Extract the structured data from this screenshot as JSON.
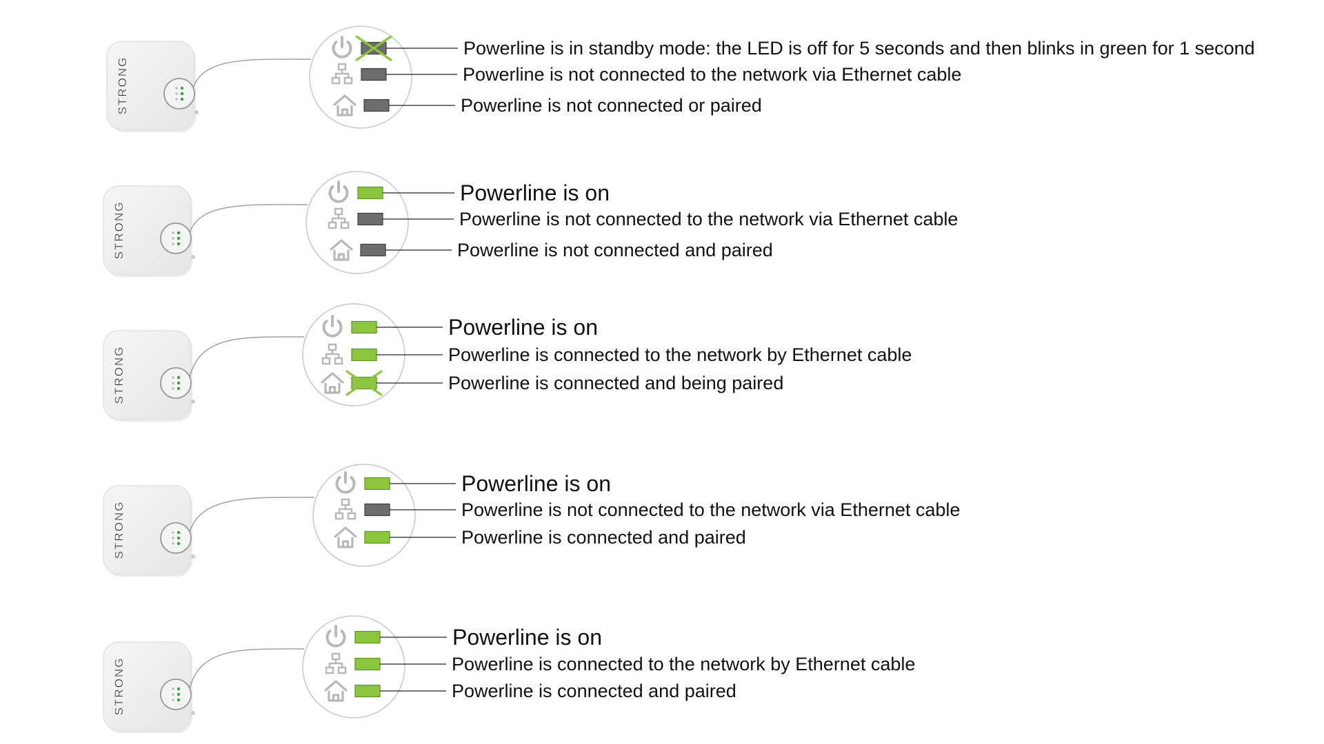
{
  "colors": {
    "led_on": "#8cc63f",
    "led_off": "#6d6d6d",
    "led_blink_marks": "#8cc63f",
    "icon_gray": "#b8b8b8",
    "device_body": "#eeeeee",
    "text": "#111111",
    "leader_line": "#222222"
  },
  "device": {
    "brand": "STRONG"
  },
  "icons": {
    "power": "power-icon",
    "ethernet": "ethernet-network-icon",
    "home": "home-pairing-icon"
  },
  "rows": [
    {
      "id": "standby",
      "leds": [
        {
          "icon": "power",
          "state": "blinking-off",
          "label": "Powerline is in standby mode: the LED is off for 5 seconds and then blinks in green for 1 second"
        },
        {
          "icon": "ethernet",
          "state": "off",
          "label": "Powerline is not connected to the network via Ethernet cable"
        },
        {
          "icon": "home",
          "state": "off",
          "label": "Powerline is not connected or paired"
        }
      ]
    },
    {
      "id": "on-not-paired",
      "leds": [
        {
          "icon": "power",
          "state": "on",
          "label": "Powerline is on"
        },
        {
          "icon": "ethernet",
          "state": "off",
          "label": "Powerline is not connected to the network via Ethernet cable"
        },
        {
          "icon": "home",
          "state": "off",
          "label": "Powerline is not connected and paired"
        }
      ]
    },
    {
      "id": "pairing",
      "leds": [
        {
          "icon": "power",
          "state": "on",
          "label": "Powerline is on"
        },
        {
          "icon": "ethernet",
          "state": "on",
          "label": "Powerline is connected to the network by Ethernet cable"
        },
        {
          "icon": "home",
          "state": "blinking-on",
          "label": "Powerline is connected and being paired"
        }
      ]
    },
    {
      "id": "paired-no-ethernet",
      "leds": [
        {
          "icon": "power",
          "state": "on",
          "label": "Powerline is on"
        },
        {
          "icon": "ethernet",
          "state": "off",
          "label": "Powerline is not connected to the network via Ethernet cable"
        },
        {
          "icon": "home",
          "state": "on",
          "label": "Powerline is connected and paired"
        }
      ]
    },
    {
      "id": "fully-connected",
      "leds": [
        {
          "icon": "power",
          "state": "on",
          "label": "Powerline is on"
        },
        {
          "icon": "ethernet",
          "state": "on",
          "label": "Powerline is connected to the network by Ethernet cable"
        },
        {
          "icon": "home",
          "state": "on",
          "label": "Powerline is connected and paired"
        }
      ]
    }
  ]
}
